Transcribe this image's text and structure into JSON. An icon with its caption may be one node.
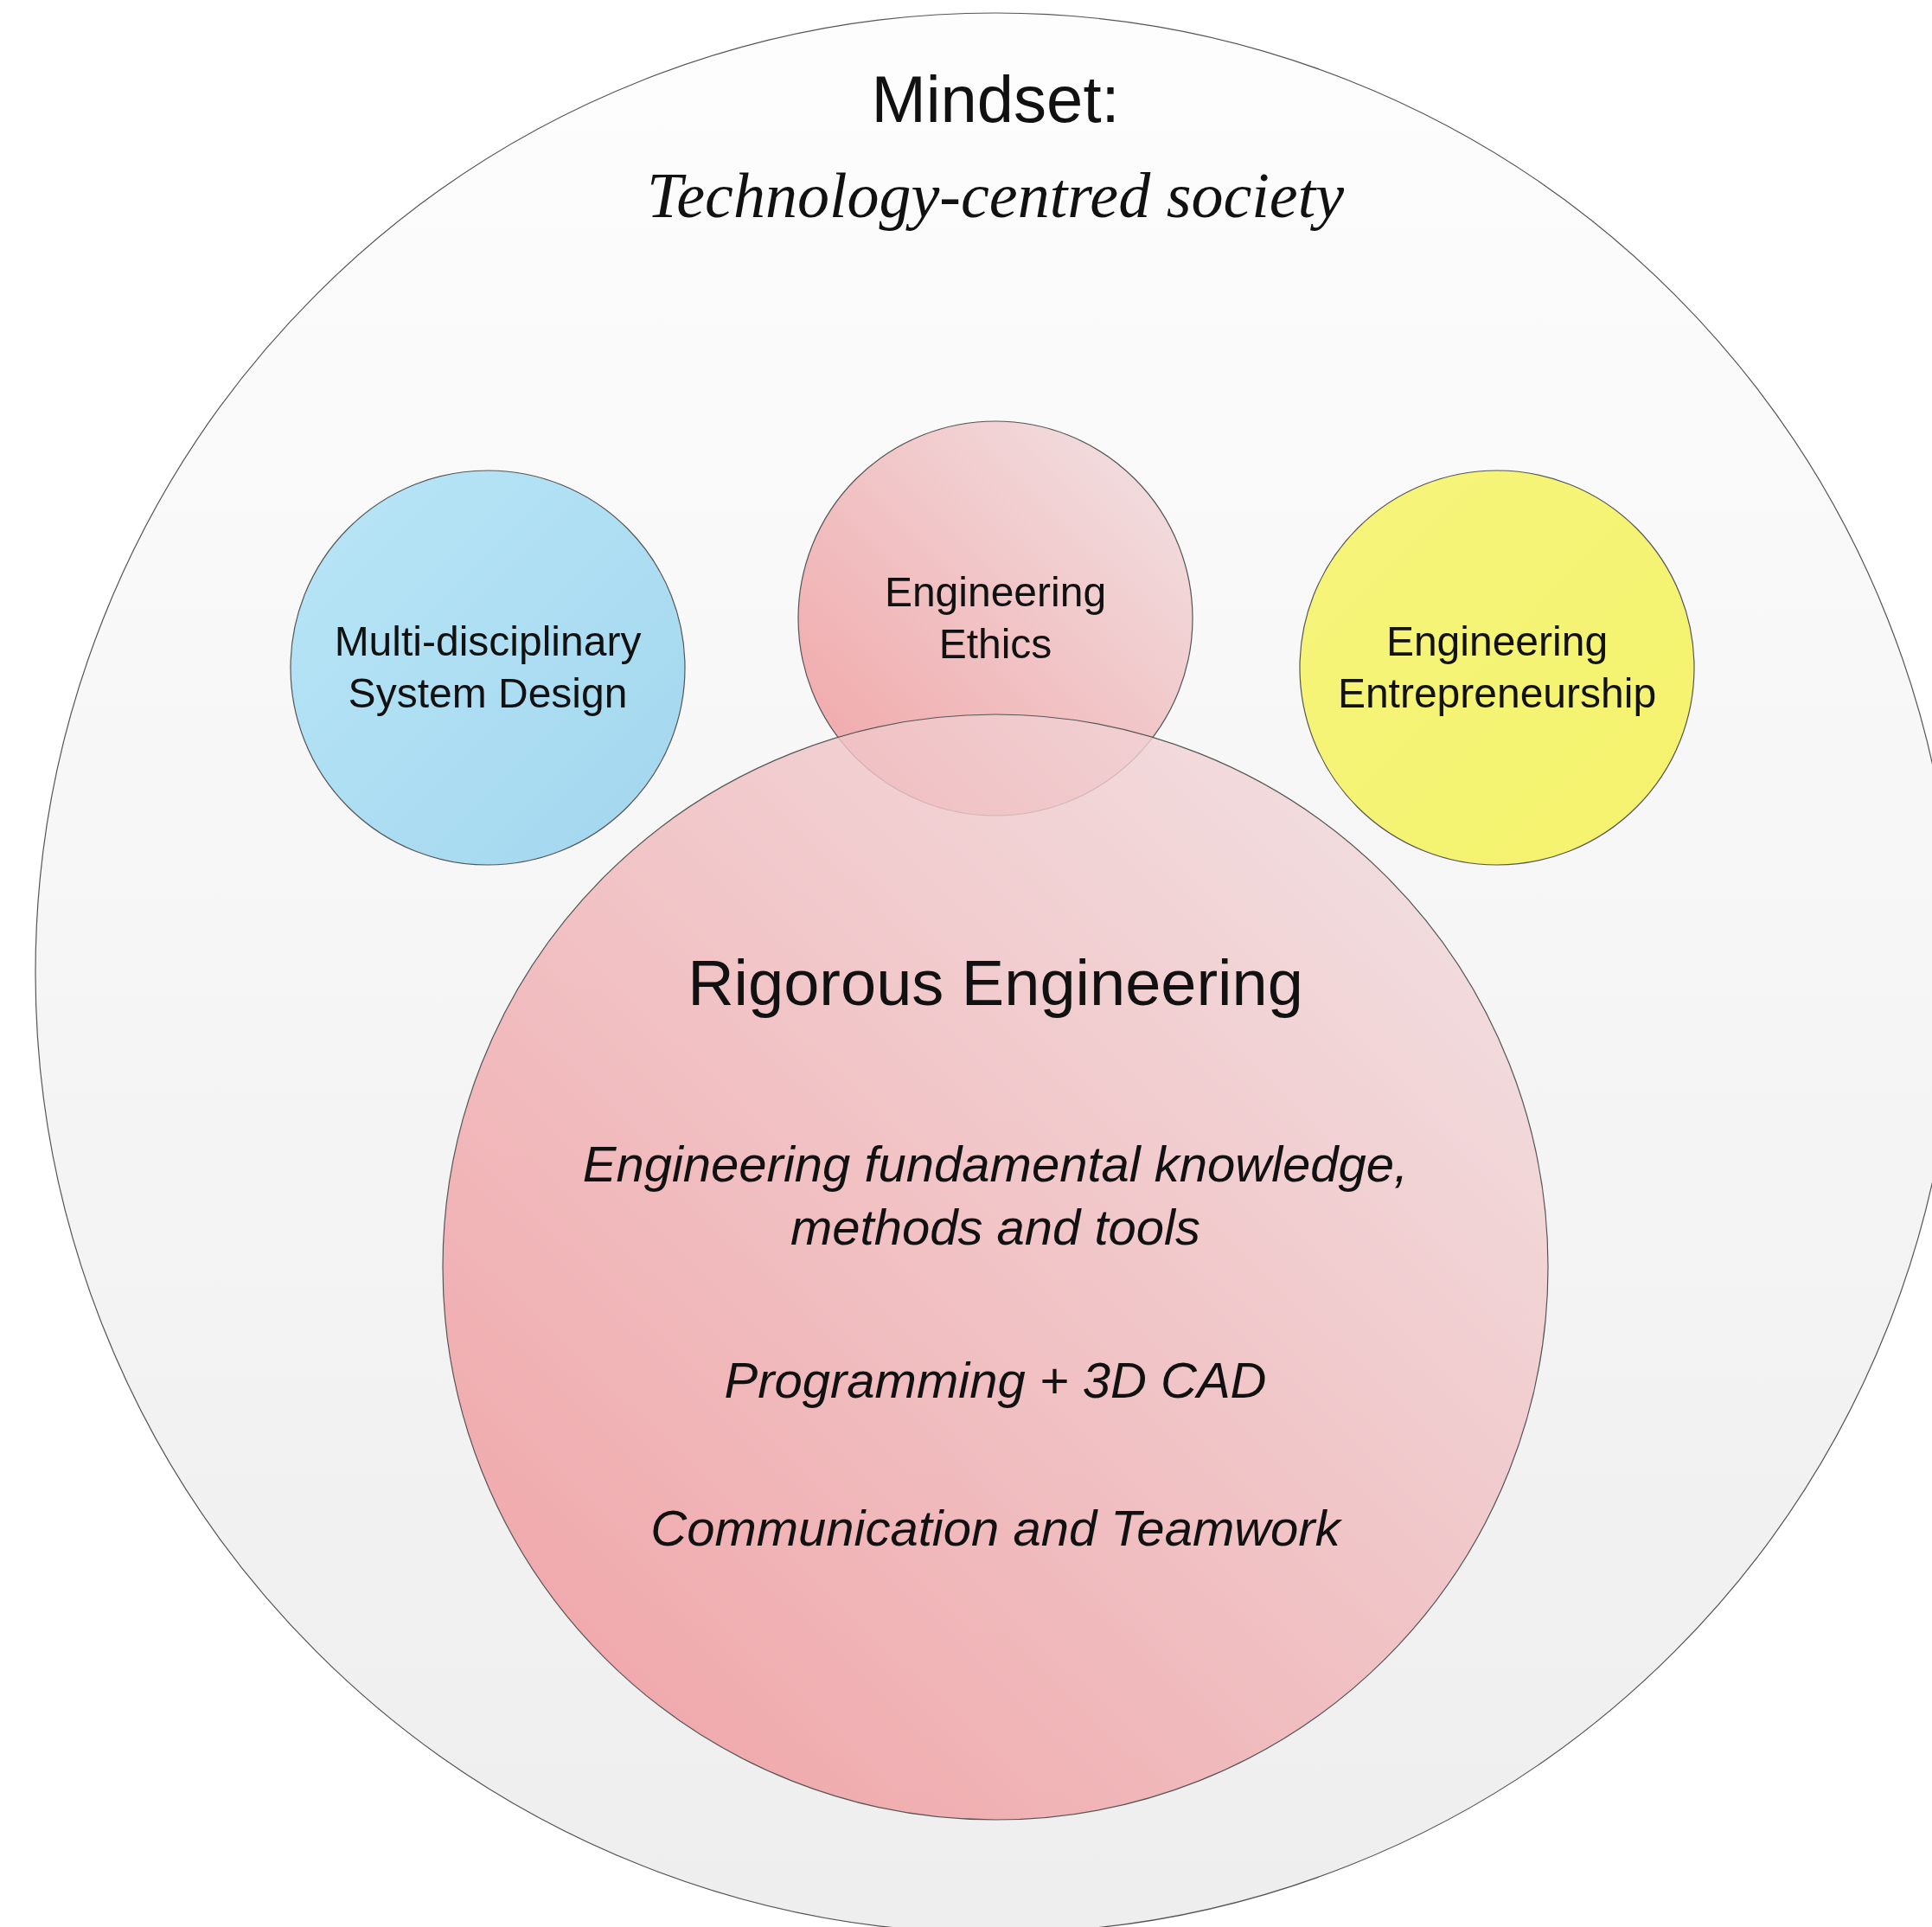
{
  "diagram": {
    "nodes": [
      {
        "text": [
          "Mindset:",
          "Technology-centred society"
        ]
      },
      {
        "text": [
          "Multi-disciplinary System Design"
        ],
        "in": 0
      },
      {
        "text": [
          "Engineering Ethics"
        ],
        "in": 0
      },
      {
        "text": [
          "Engineering Entrepreneurship"
        ],
        "in": 0
      },
      {
        "text": [
          "Rigorous Engineering",
          "Engineering fundamental knowledge, methods and tools",
          "Programming + 3D CAD",
          "Communication and Teamwork"
        ],
        "in": 0
      }
    ]
  }
}
